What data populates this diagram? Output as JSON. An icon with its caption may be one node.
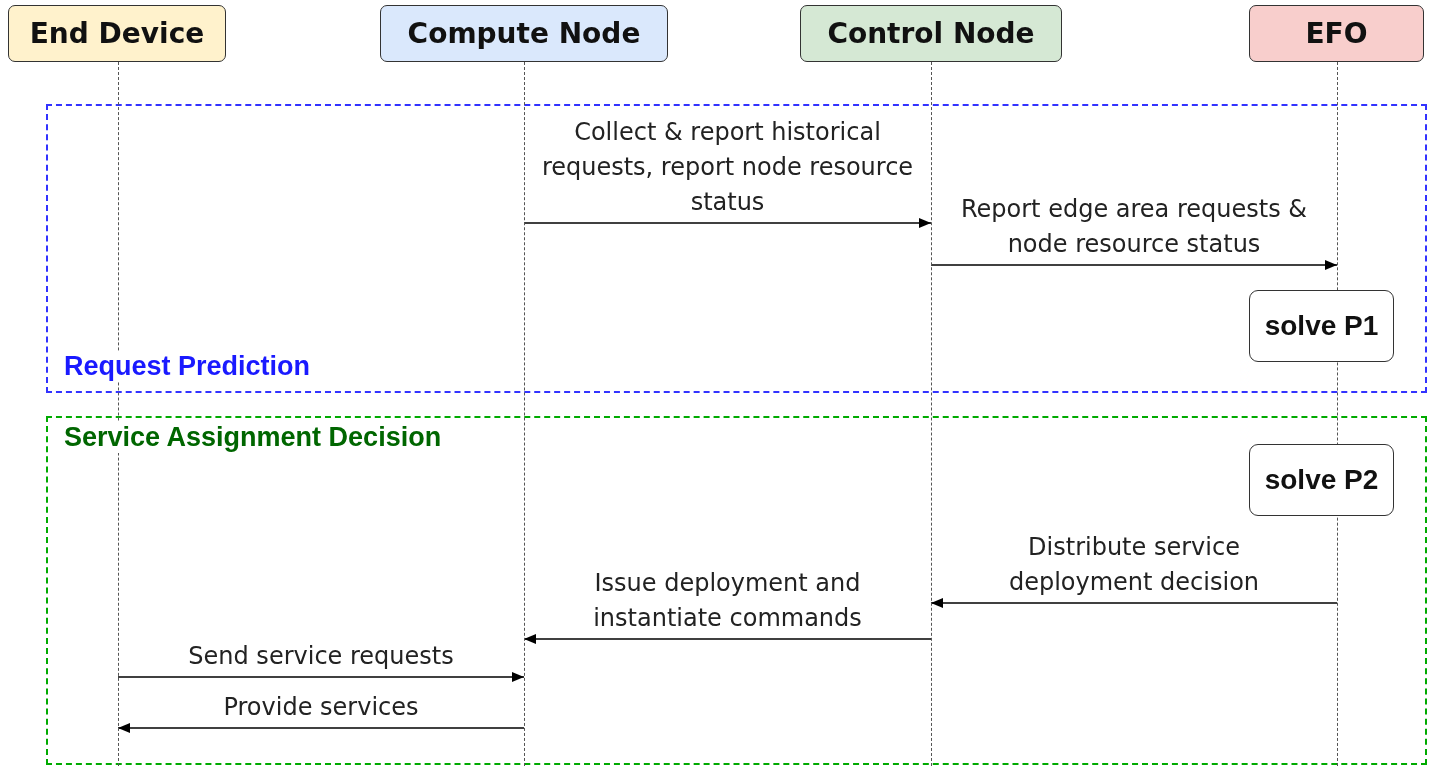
{
  "diagram": {
    "nodes": [
      {
        "text": [
          "End Device"
        ]
      },
      {
        "text": [
          "Compute Node"
        ]
      },
      {
        "text": [
          "Control Node"
        ]
      },
      {
        "text": [
          "EFO"
        ]
      },
      {
        "text": [
          "Request Prediction"
        ]
      },
      {
        "text": [
          "solve P1"
        ],
        "in": 4
      },
      {
        "text": [
          "Service Assignment Decision"
        ]
      },
      {
        "text": [
          "solve P2"
        ],
        "in": 6
      },
      {
        "text": [],
        "shape": "line"
      },
      {
        "text": [],
        "shape": "line"
      },
      {
        "text": [],
        "shape": "line"
      },
      {
        "text": [],
        "shape": "line"
      }
    ],
    "edges": [
      {
        "from": 9,
        "to": 10,
        "arrow": "to",
        "label": "Collect & report historical requests, report node resource status"
      },
      {
        "from": 10,
        "to": 11,
        "arrow": "to",
        "label": "Report edge area requests & node resource status"
      },
      {
        "from": 11,
        "to": 10,
        "arrow": "to",
        "label": "Distribute service deployment decision"
      },
      {
        "from": 10,
        "to": 9,
        "arrow": "to",
        "label": "Issue deployment and instantiate commands"
      },
      {
        "from": 8,
        "to": 9,
        "arrow": "to",
        "label": "Send service requests"
      },
      {
        "from": 9,
        "to": 8,
        "arrow": "to",
        "label": "Provide services"
      }
    ]
  }
}
